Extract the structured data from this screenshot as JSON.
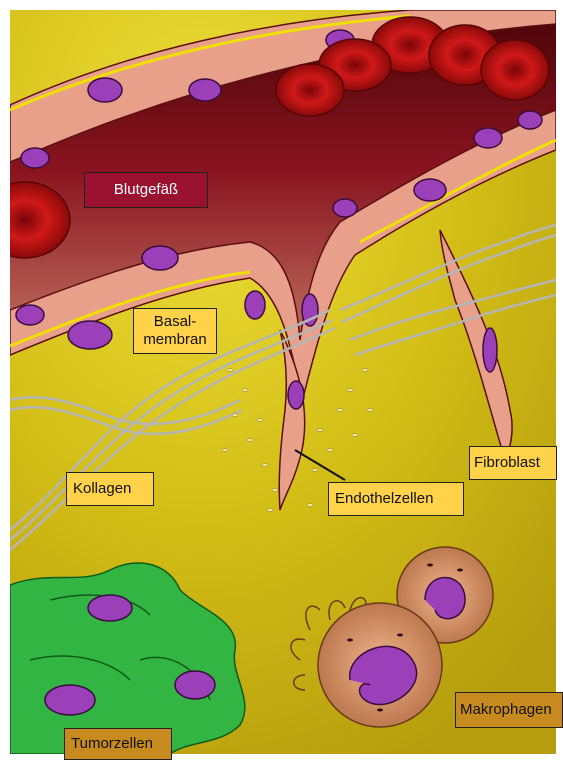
{
  "labels": {
    "blood_vessel": "Blutgefäß",
    "basal_membrane": "Basal-\nmembran",
    "collagen": "Kollagen",
    "endothelial_cells": "Endothelzellen",
    "fibroblast": "Fibroblast",
    "macrophages": "Makrophagen",
    "tumor_cells": "Tumorzellen"
  },
  "colors": {
    "background": "#d9c41a",
    "vessel": "#7a0f1a",
    "endothelium": "#e8a08a",
    "nucleus": "#9b40b8",
    "collagen": "#b8b8b8",
    "tumor_cell": "#33b544",
    "macrophage": "#d9926a",
    "label_light": "#ffd24a",
    "label_dark": "#9a1230",
    "label_brown": "#c78a1e"
  }
}
